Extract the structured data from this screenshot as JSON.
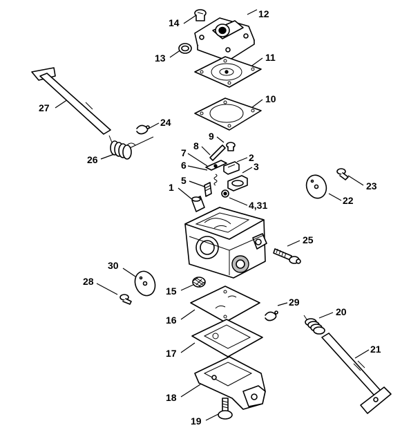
{
  "callouts": [
    {
      "id": "14",
      "label": "14"
    },
    {
      "id": "12",
      "label": "12"
    },
    {
      "id": "13",
      "label": "13"
    },
    {
      "id": "11",
      "label": "11"
    },
    {
      "id": "10",
      "label": "10"
    },
    {
      "id": "27",
      "label": "27"
    },
    {
      "id": "24",
      "label": "24"
    },
    {
      "id": "26",
      "label": "26"
    },
    {
      "id": "9",
      "label": "9"
    },
    {
      "id": "8",
      "label": "8"
    },
    {
      "id": "7",
      "label": "7"
    },
    {
      "id": "6",
      "label": "6"
    },
    {
      "id": "2",
      "label": "2"
    },
    {
      "id": "3",
      "label": "3"
    },
    {
      "id": "5",
      "label": "5"
    },
    {
      "id": "1",
      "label": "1"
    },
    {
      "id": "4_31",
      "label": "4,31"
    },
    {
      "id": "23",
      "label": "23"
    },
    {
      "id": "22",
      "label": "22"
    },
    {
      "id": "25",
      "label": "25"
    },
    {
      "id": "30",
      "label": "30"
    },
    {
      "id": "28",
      "label": "28"
    },
    {
      "id": "15",
      "label": "15"
    },
    {
      "id": "29",
      "label": "29"
    },
    {
      "id": "20",
      "label": "20"
    },
    {
      "id": "16",
      "label": "16"
    },
    {
      "id": "21",
      "label": "21"
    },
    {
      "id": "17",
      "label": "17"
    },
    {
      "id": "18",
      "label": "18"
    },
    {
      "id": "19",
      "label": "19"
    }
  ]
}
